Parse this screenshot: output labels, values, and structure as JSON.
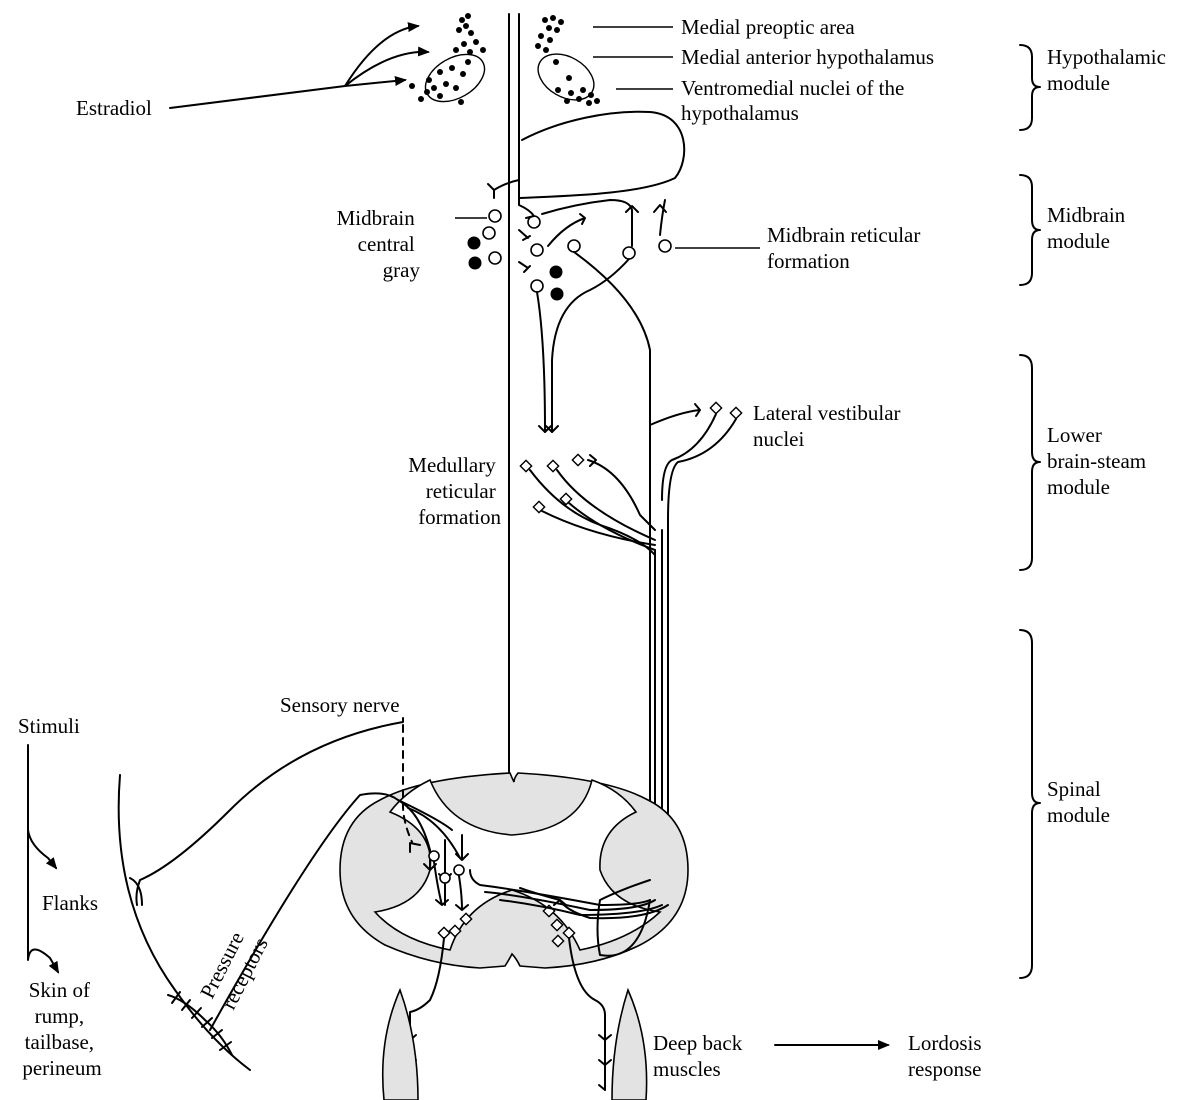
{
  "labels": {
    "estradiol": "Estradiol",
    "medial_preoptic_area": "Medial preoptic area",
    "medial_anterior_hypothalamus": "Medial anterior hypothalamus",
    "ventromedial_line1": "Ventromedial nuclei of the",
    "ventromedial_line2": "hypothalamus",
    "midbrain_central_gray": [
      "Midbrain",
      "central",
      "gray"
    ],
    "midbrain_reticular_formation": [
      "Midbrain reticular",
      "formation"
    ],
    "lateral_vestibular_nuclei": [
      "Lateral vestibular",
      "nuclei"
    ],
    "medullary_reticular_formation": [
      "Medullary",
      "reticular",
      "formation"
    ],
    "sensory_nerve": "Sensory nerve",
    "stimuli": "Stimuli",
    "flanks": "Flanks",
    "skin": [
      "Skin of",
      "rump,",
      "tailbase,",
      "perineum"
    ],
    "pressure_receptors": [
      "Pressure",
      "receptors"
    ],
    "deep_back_muscles": [
      "Deep back",
      "muscles"
    ],
    "lordosis_response": [
      "Lordosis",
      "response"
    ]
  },
  "modules": [
    {
      "id": "hypothalamic",
      "lines": [
        "Hypothalamic",
        "module"
      ]
    },
    {
      "id": "midbrain",
      "lines": [
        "Midbrain",
        "module"
      ]
    },
    {
      "id": "lower-brain-stem",
      "lines": [
        "Lower",
        "brain-steam",
        "module"
      ]
    },
    {
      "id": "spinal",
      "lines": [
        "Spinal",
        "module"
      ]
    }
  ]
}
